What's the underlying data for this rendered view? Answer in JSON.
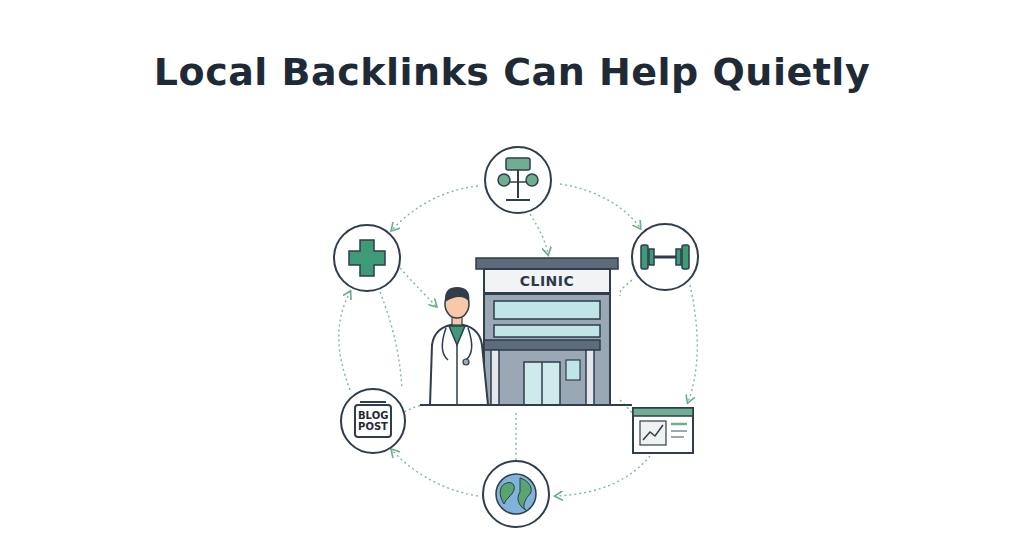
{
  "diagram": {
    "title": "Local Backlinks Can Help Quietly",
    "nodes": [
      {
        "text": [
          "CLINIC"
        ]
      },
      {
        "text": [
          "BLOG POST"
        ]
      }
    ]
  }
}
